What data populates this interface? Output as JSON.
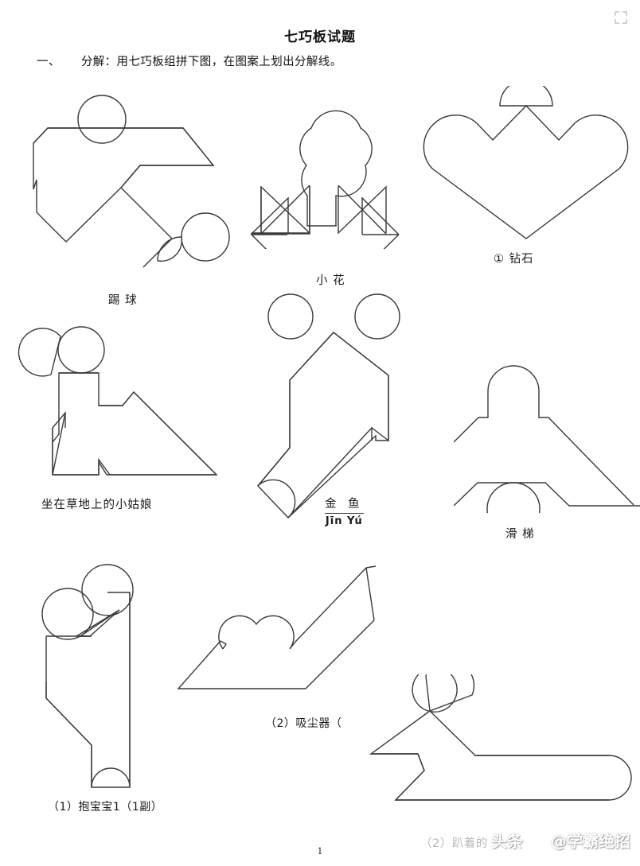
{
  "document": {
    "title": "七巧板试题",
    "instruction_number": "一、",
    "instruction_text": "分解：用七巧板组拼下图，在图案上划出分解线。",
    "page_number": "1"
  },
  "toolbar": {
    "expand_icon": "expand-fullscreen-icon"
  },
  "figures": [
    {
      "id": "kick-ball",
      "caption": "踢  球"
    },
    {
      "id": "little-flower",
      "caption": "小  花"
    },
    {
      "id": "diamond",
      "caption": "① 钻石"
    },
    {
      "id": "girl-on-grass",
      "caption": "坐在草地上的小姑娘"
    },
    {
      "id": "goldfish",
      "caption": "金  鱼",
      "pinyin": "Jīn Yú"
    },
    {
      "id": "slide",
      "caption": "滑  梯"
    },
    {
      "id": "holding-baby",
      "caption": "（1）抱宝宝1（1副）"
    },
    {
      "id": "vacuum-cleaner",
      "caption": "（2）吸尘器（"
    },
    {
      "id": "lying-figure",
      "caption": "（2）趴着的"
    }
  ],
  "watermark": {
    "brand": "头条",
    "handle": "@学霸绝招"
  },
  "colors": {
    "stroke": "#3a3a3a",
    "text": "#1a1a1a",
    "page_background": "#ffffff",
    "faded_text": "#b9b9b9"
  }
}
